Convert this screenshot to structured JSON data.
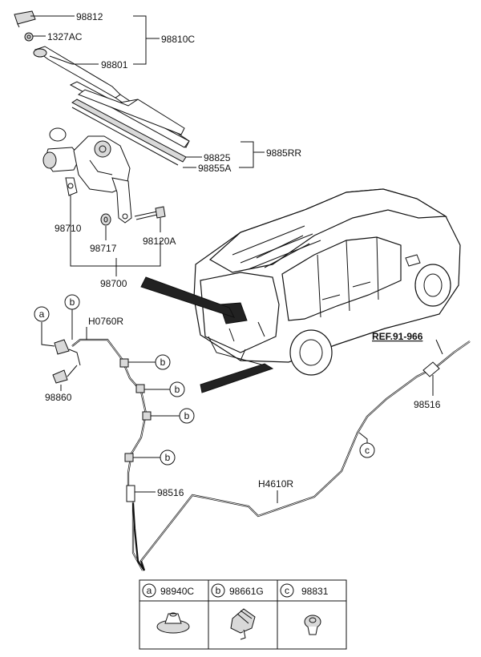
{
  "labels": {
    "p98812": "98812",
    "p1327ac": "1327AC",
    "p98810c": "98810C",
    "p98801": "98801",
    "p98825": "98825",
    "p9885rr": "9885RR",
    "p98855a": "98855A",
    "p98710": "98710",
    "p98717": "98717",
    "p98120a": "98120A",
    "p98700": "98700",
    "h0760r": "H0760R",
    "p98860": "98860",
    "p98516_left": "98516",
    "p98516_right": "98516",
    "h4610r": "H4610R",
    "ref": "REF.91-966"
  },
  "callouts": {
    "a": "a",
    "b": "b",
    "c": "c"
  },
  "legend": {
    "items": [
      {
        "letter": "a",
        "part": "98940C"
      },
      {
        "letter": "b",
        "part": "98661G"
      },
      {
        "letter": "c",
        "part": "98831"
      }
    ]
  }
}
